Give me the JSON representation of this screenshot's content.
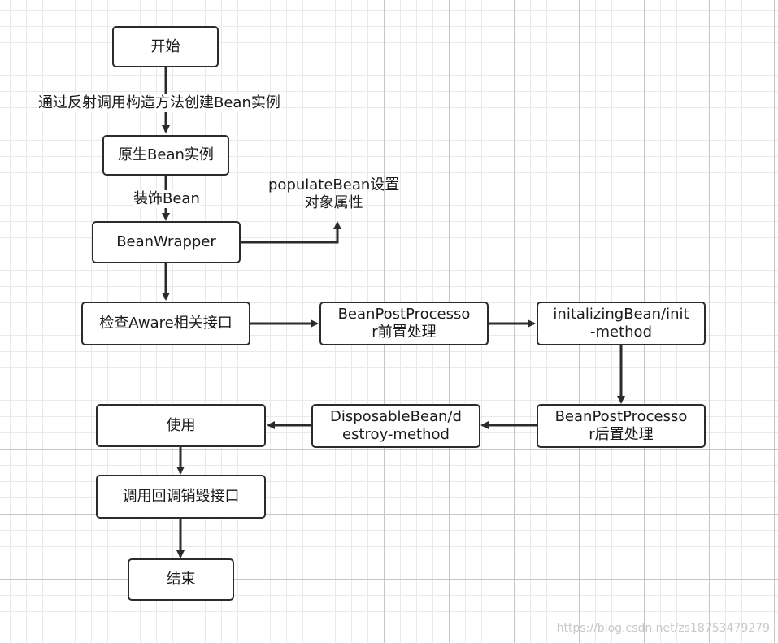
{
  "nodes": {
    "start": "开始",
    "raw_instance": "原生Bean实例",
    "bean_wrapper": "BeanWrapper",
    "check_aware": "检查Aware相关接口",
    "bpp_before_l1": "BeanPostProcesso",
    "bpp_before_l2": "r前置处理",
    "init_l1": "initalizingBean/init",
    "init_l2": "-method",
    "bpp_after_l1": "BeanPostProcesso",
    "bpp_after_l2": "r后置处理",
    "dispose_l1": "DisposableBean/d",
    "dispose_l2": "estroy-method",
    "use": "使用",
    "callback": "调用回调销毁接口",
    "end": "结束"
  },
  "edge_labels": {
    "reflect_create": "通过反射调用构造方法创建Bean实例",
    "decorate": "装饰Bean",
    "populate_l1": "populateBean设置",
    "populate_l2": "对象属性"
  },
  "watermark": "https://blog.csdn.net/zs18753479279"
}
